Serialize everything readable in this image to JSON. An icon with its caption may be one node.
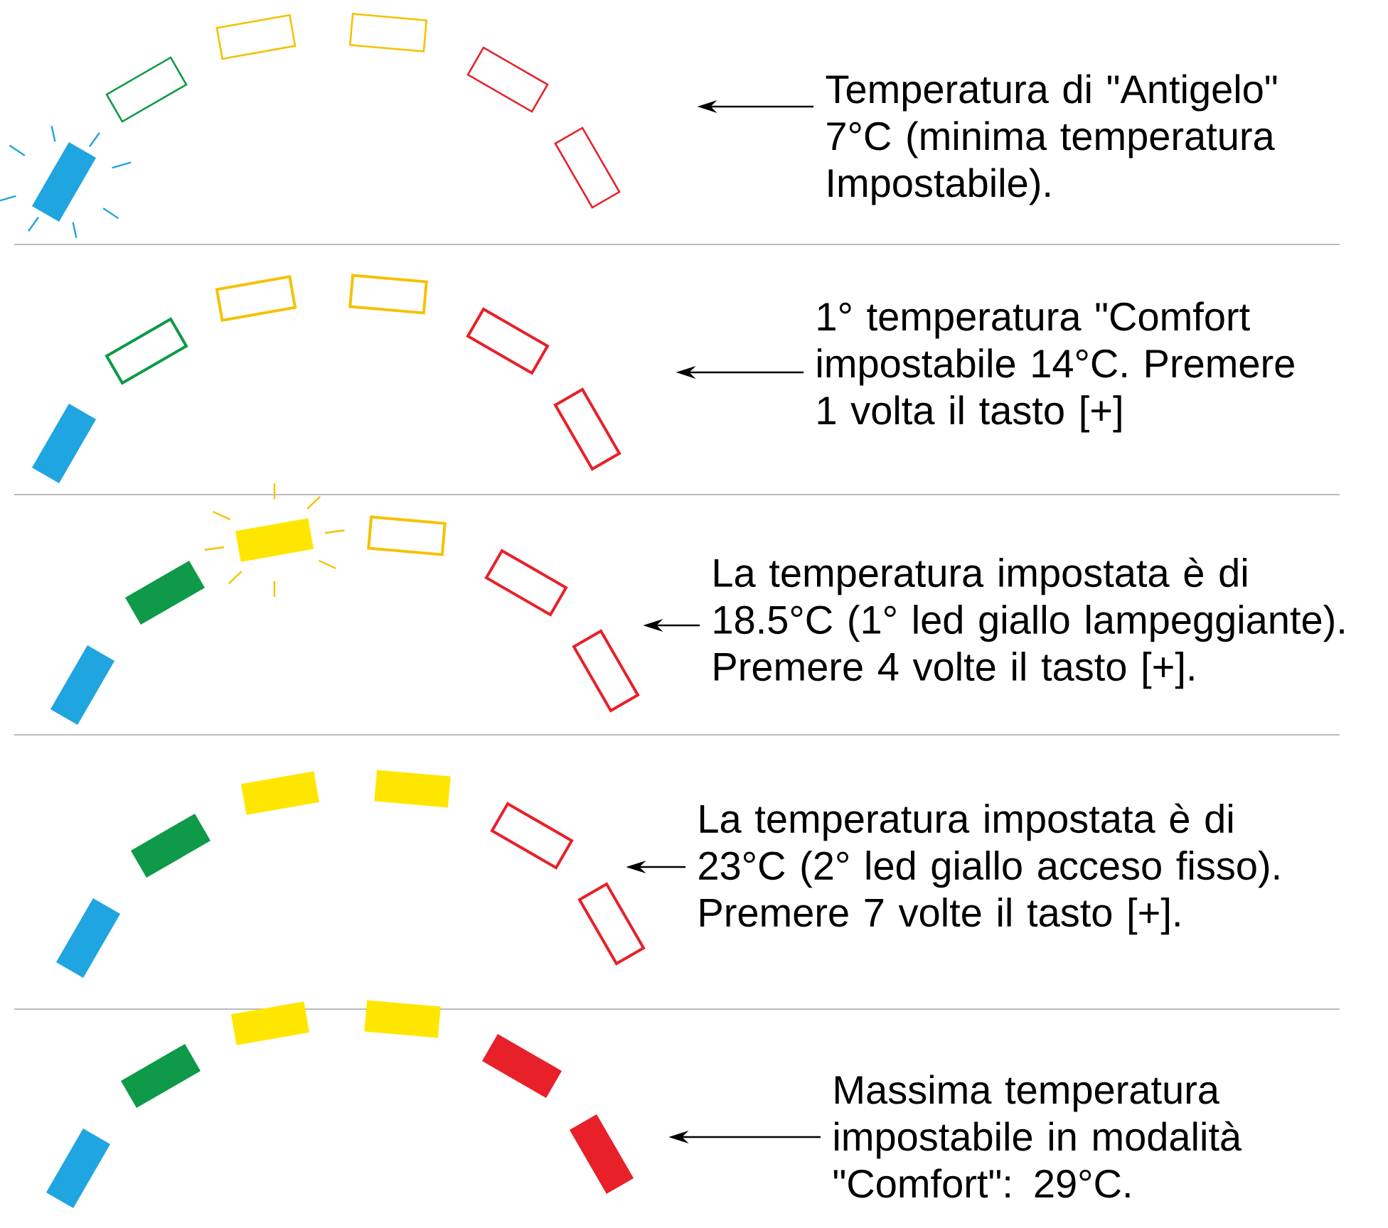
{
  "diagram": {
    "nodes": [
      {
        "text": [],
        "shape": "picture"
      },
      {
        "text": [
          "Temperatura di \"Antigelo\" 7°C (minima temperatura Impostabile)."
        ]
      },
      {
        "text": [],
        "shape": "picture"
      },
      {
        "text": [
          "1° temperatura \"Comfort impostabile 14°C. Premere 1 volta il tasto [+]"
        ]
      },
      {
        "text": [],
        "shape": "picture"
      },
      {
        "text": [
          "La temperatura impostata è di 18.5°C (1° led giallo lampeggiante). Premere 4 volte il tasto [+]."
        ]
      },
      {
        "text": [],
        "shape": "picture"
      },
      {
        "text": [
          "La temperatura impostata è di 23°C (2° led giallo acceso fisso). Premere 7 volte il tasto [+]."
        ]
      },
      {
        "text": [],
        "shape": "picture"
      },
      {
        "text": [
          "Massima temperatura impostabile in modalità \"Comfort\": 29°C."
        ]
      }
    ],
    "edges": [
      {
        "from": 1,
        "to": 0,
        "arrow": "to"
      },
      {
        "from": 3,
        "to": 2,
        "arrow": "to"
      },
      {
        "from": 5,
        "to": 4,
        "arrow": "to"
      },
      {
        "from": 7,
        "to": 6,
        "arrow": "to"
      },
      {
        "from": 9,
        "to": 8,
        "arrow": "to"
      }
    ]
  }
}
